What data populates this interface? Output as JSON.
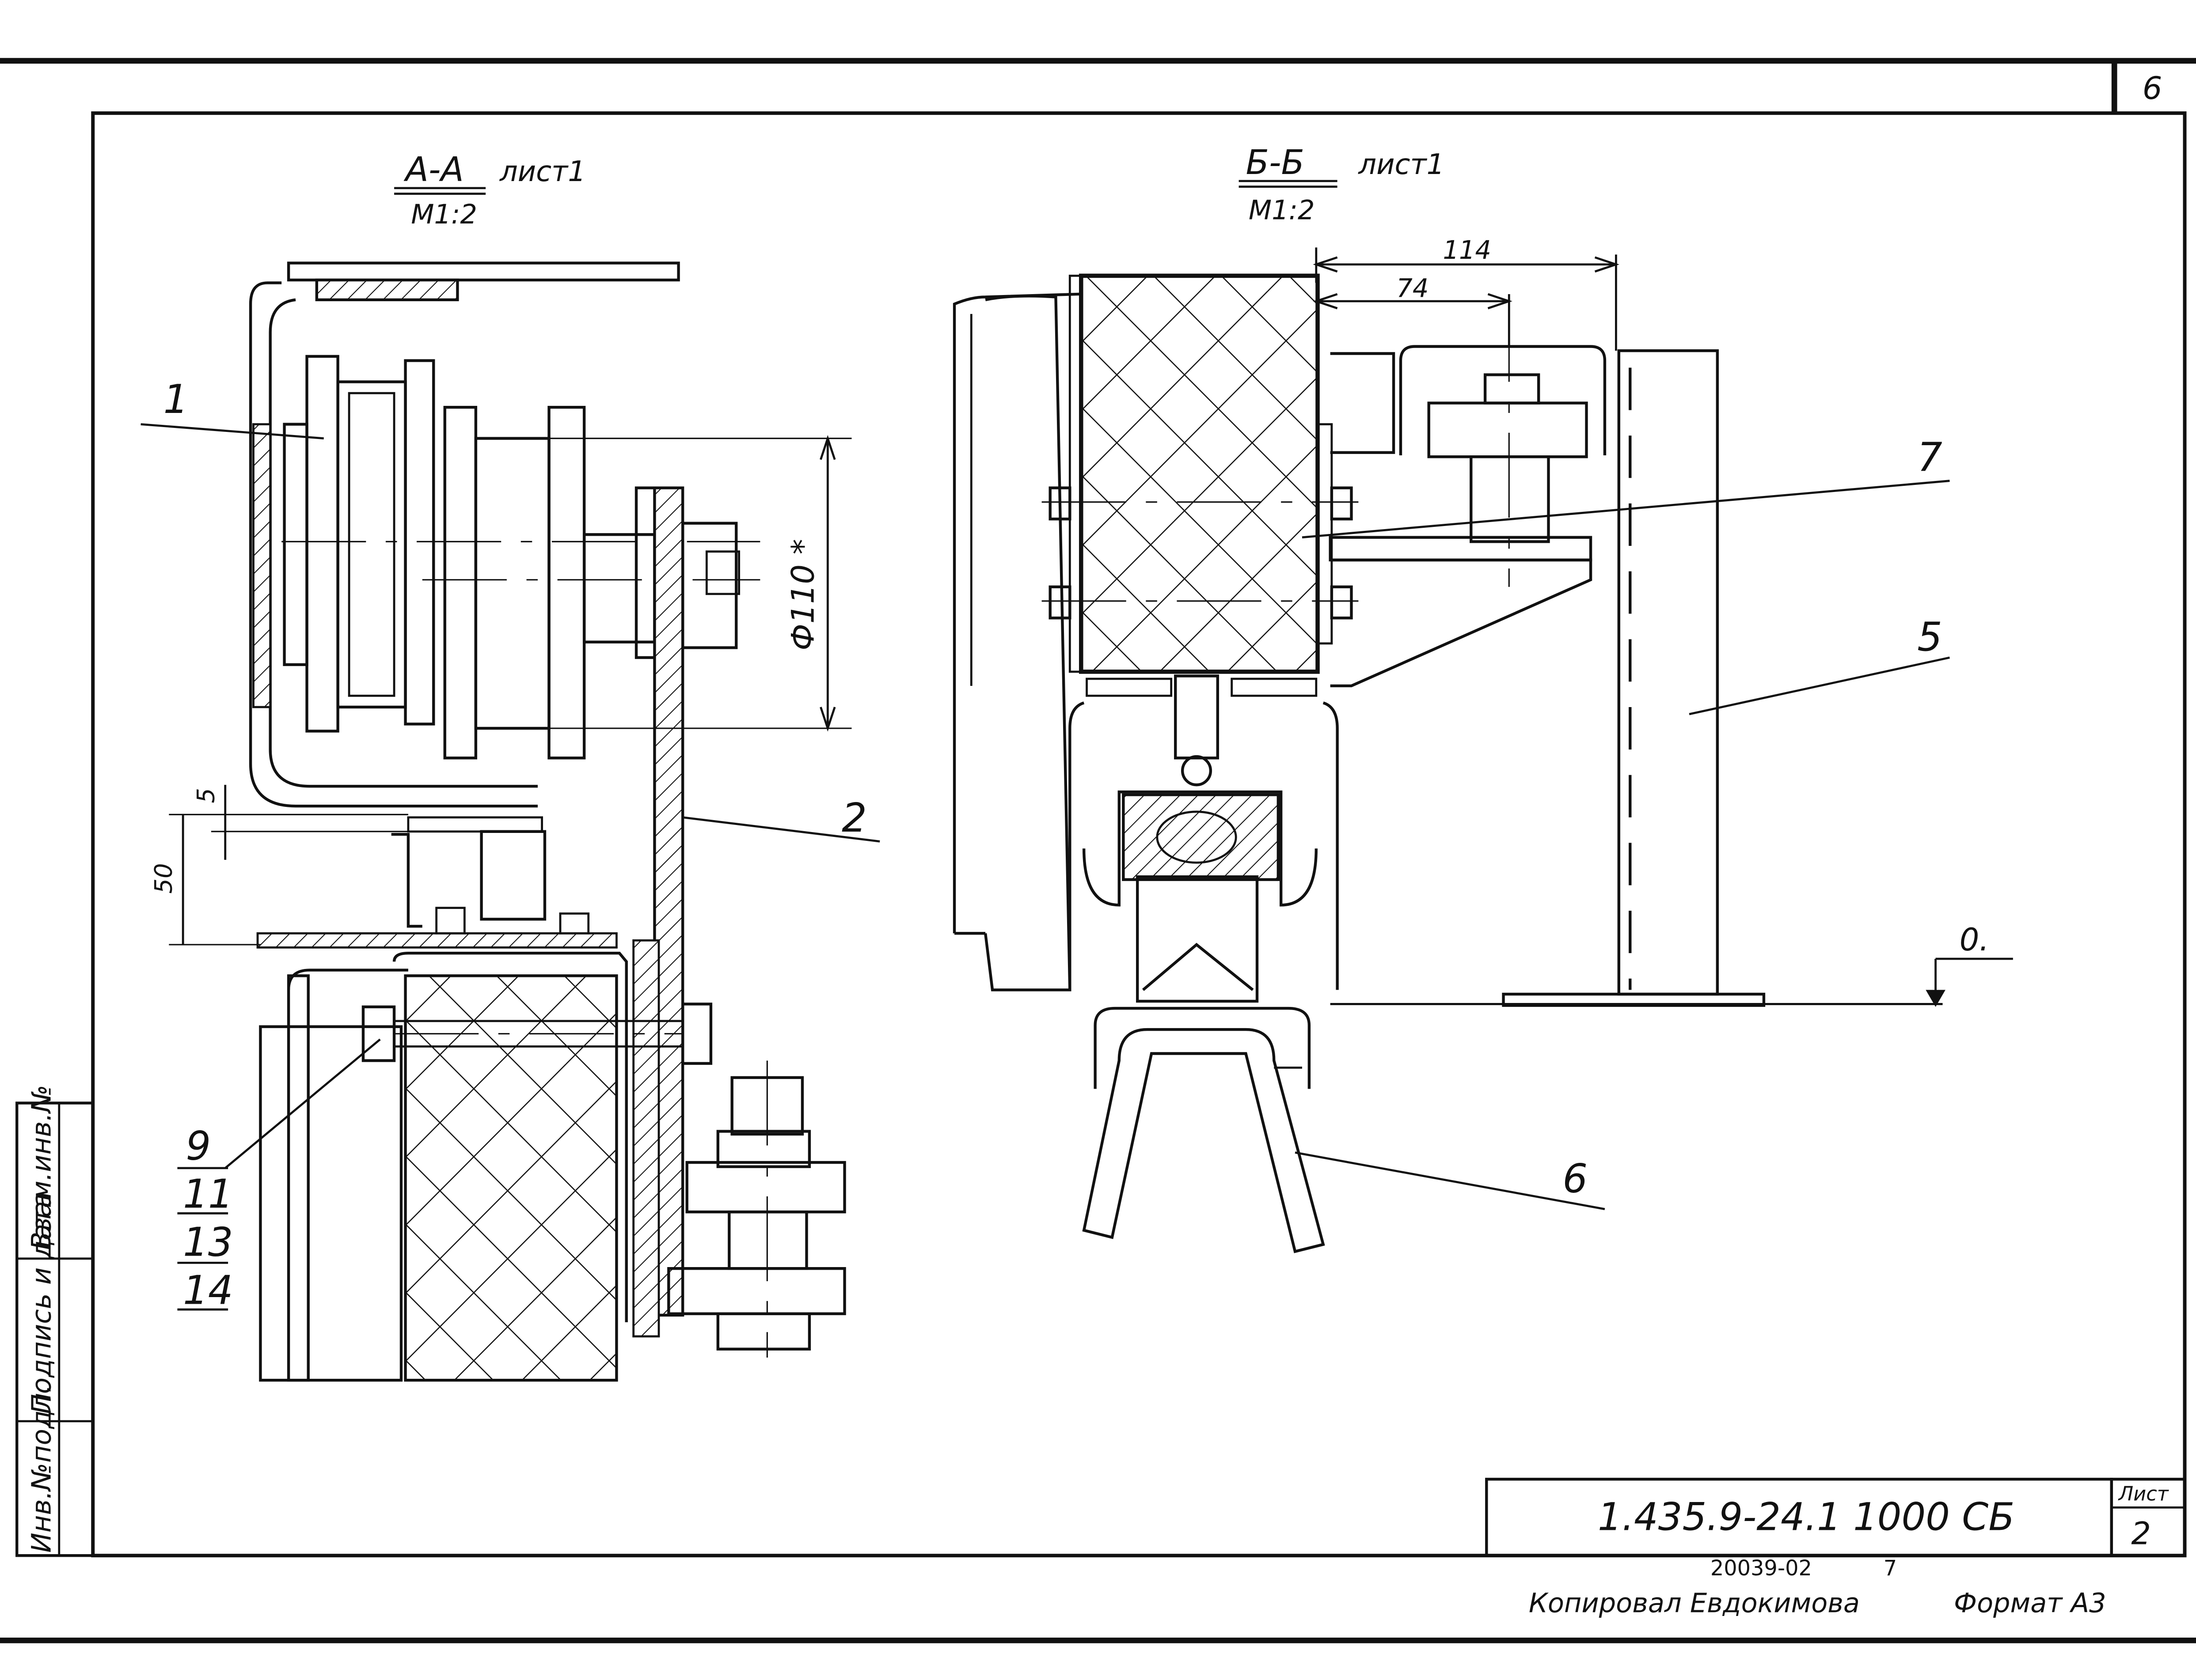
{
  "sheet": {
    "corner_number": "6",
    "stamp_code": "1.435.9-24.1  1000 СБ",
    "sheet_label": "Лист",
    "sheet_number": "2",
    "copy_id": "20039-02",
    "copy_page": "7",
    "copied_by": "Копировал  Евдокимова",
    "format": "Формат А3",
    "side_stamp": [
      "Инв.№подл.",
      "Подпись и дата",
      "Взам.инв.№"
    ]
  },
  "view_aa": {
    "title": "А-А",
    "sheet_ref": "лист1",
    "scale": "М1:2",
    "dim_diameter": "Ф110 *",
    "dim_5": "5",
    "dim_50": "50",
    "callouts": [
      "1",
      "2",
      "9",
      "11",
      "13",
      "14"
    ]
  },
  "view_bb": {
    "title": "Б-Б",
    "sheet_ref": "лист1",
    "scale": "М1:2",
    "dim_114": "114",
    "dim_74": "74",
    "level_mark": "0.",
    "callouts": [
      "5",
      "6",
      "7"
    ]
  }
}
